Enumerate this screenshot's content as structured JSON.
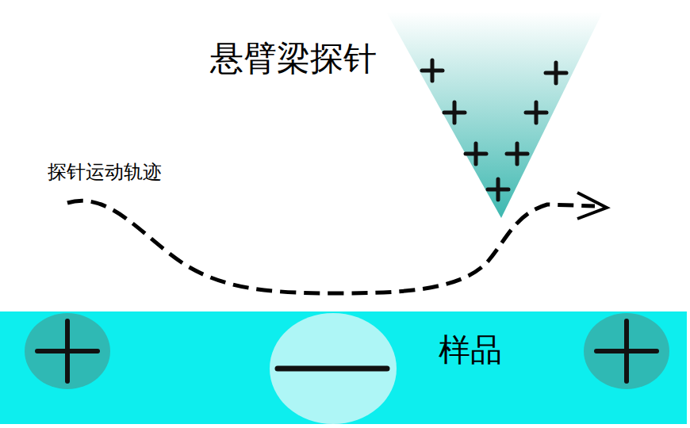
{
  "diagram": {
    "nodes": [
      {
        "text": [
          "悬臂梁探针"
        ]
      },
      {
        "text": [
          "样品"
        ]
      }
    ],
    "labels": [
      "探针运动轨迹"
    ]
  }
}
